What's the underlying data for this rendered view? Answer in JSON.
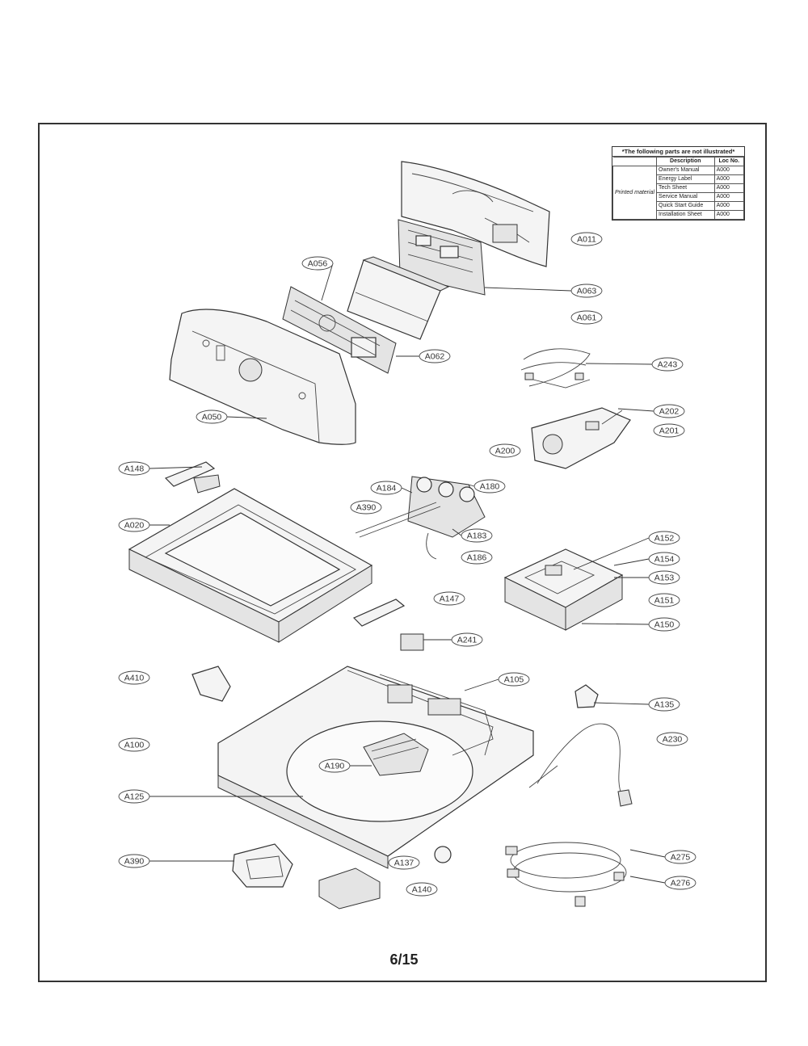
{
  "page": {
    "number": "6/15"
  },
  "legend": {
    "title": "*The following parts are not illustrated*",
    "headers": [
      "Description",
      "Loc No."
    ],
    "group_label": "Printed material",
    "rows": [
      {
        "description": "Owner's Manual",
        "loc": "A000"
      },
      {
        "description": "Energy Label",
        "loc": "A000"
      },
      {
        "description": "Tech Sheet",
        "loc": "A000"
      },
      {
        "description": "Service Manual",
        "loc": "A000"
      },
      {
        "description": "Quick Start Guide",
        "loc": "A000"
      },
      {
        "description": "Installation Sheet",
        "loc": "A000"
      }
    ]
  },
  "callouts": [
    {
      "id": "A011",
      "label": "A011"
    },
    {
      "id": "A063",
      "label": "A063"
    },
    {
      "id": "A056",
      "label": "A056"
    },
    {
      "id": "A061",
      "label": "A061"
    },
    {
      "id": "A062",
      "label": "A062"
    },
    {
      "id": "A243",
      "label": "A243"
    },
    {
      "id": "A050",
      "label": "A050"
    },
    {
      "id": "A202",
      "label": "A202"
    },
    {
      "id": "A201",
      "label": "A201"
    },
    {
      "id": "A200",
      "label": "A200"
    },
    {
      "id": "A148",
      "label": "A148"
    },
    {
      "id": "A184",
      "label": "A184"
    },
    {
      "id": "A180",
      "label": "A180"
    },
    {
      "id": "A390a",
      "label": "A390"
    },
    {
      "id": "A020",
      "label": "A020"
    },
    {
      "id": "A183",
      "label": "A183"
    },
    {
      "id": "A186",
      "label": "A186"
    },
    {
      "id": "A152",
      "label": "A152"
    },
    {
      "id": "A154",
      "label": "A154"
    },
    {
      "id": "A153",
      "label": "A153"
    },
    {
      "id": "A147",
      "label": "A147"
    },
    {
      "id": "A151",
      "label": "A151"
    },
    {
      "id": "A150",
      "label": "A150"
    },
    {
      "id": "A241",
      "label": "A241"
    },
    {
      "id": "A410",
      "label": "A410"
    },
    {
      "id": "A105",
      "label": "A105"
    },
    {
      "id": "A135",
      "label": "A135"
    },
    {
      "id": "A100",
      "label": "A100"
    },
    {
      "id": "A230",
      "label": "A230"
    },
    {
      "id": "A190",
      "label": "A190"
    },
    {
      "id": "A125",
      "label": "A125"
    },
    {
      "id": "A390b",
      "label": "A390"
    },
    {
      "id": "A275a",
      "label": "A275"
    },
    {
      "id": "A137",
      "label": "A137"
    },
    {
      "id": "A276",
      "label": "A276"
    },
    {
      "id": "A140",
      "label": "A140"
    }
  ]
}
